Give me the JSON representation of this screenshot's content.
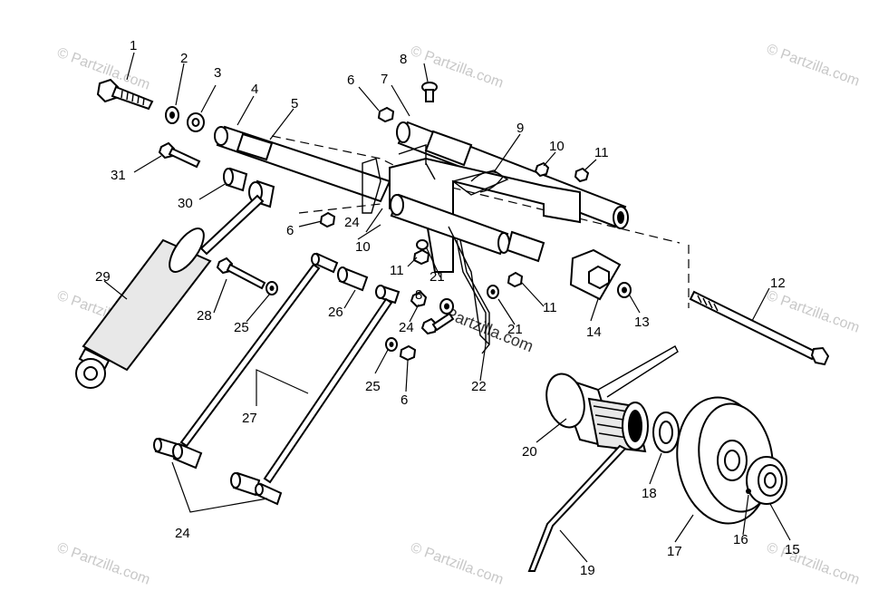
{
  "watermark": {
    "text": "© Partzilla.com",
    "center_text": "Partzilla.com"
  },
  "callouts": {
    "c1": "1",
    "c2": "2",
    "c3": "3",
    "c4": "4",
    "c5": "5",
    "c6a": "6",
    "c6b": "6",
    "c6c": "6",
    "c7": "7",
    "c8a": "8",
    "c8b": "8",
    "c9": "9",
    "c10a": "10",
    "c10b": "10",
    "c11a": "11",
    "c11b": "11",
    "c11c": "11",
    "c12": "12",
    "c13": "13",
    "c14": "14",
    "c15": "15",
    "c16": "16",
    "c17": "17",
    "c18": "18",
    "c19": "19",
    "c20": "20",
    "c21a": "21",
    "c21b": "21",
    "c22": "22",
    "c24a": "24",
    "c24b": "24",
    "c24c": "24",
    "c25a": "25",
    "c25b": "25",
    "c26": "26",
    "c27": "27",
    "c28": "28",
    "c29": "29",
    "c30": "30",
    "c31": "31"
  }
}
